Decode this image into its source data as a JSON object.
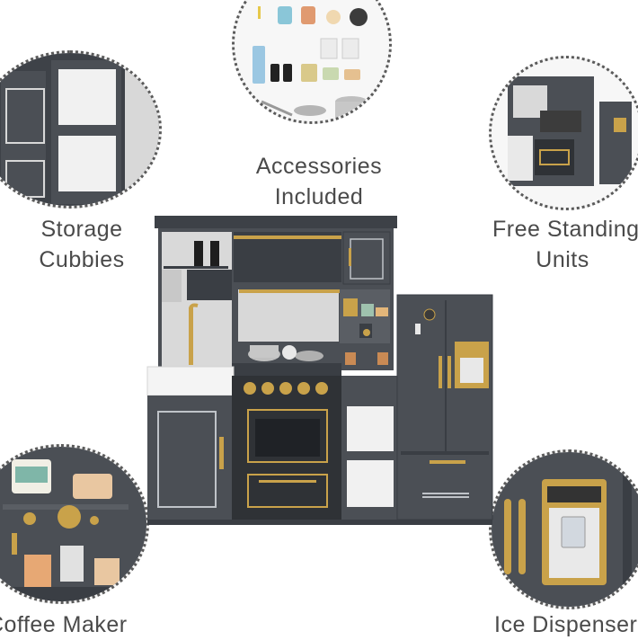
{
  "features": {
    "storage": {
      "line1": "Storage",
      "line2": "Cubbies",
      "icon": "storage-cubbies-photo"
    },
    "accessories": {
      "line1": "Accessories",
      "line2": "Included",
      "icon": "accessories-photo"
    },
    "freestanding": {
      "line1": "Free Standing",
      "line2": "Units",
      "icon": "free-standing-units-photo"
    },
    "coffee": {
      "line1": "Coffee Maker",
      "icon": "coffee-maker-photo"
    },
    "ice": {
      "line1": "Ice Dispenser",
      "icon": "ice-dispenser-photo"
    }
  },
  "colors": {
    "cabinet": "#4b4f55",
    "cabinet_dark": "#3a3e44",
    "gold_trim": "#c9a24a",
    "white_bin": "#f1f1f1",
    "label_text": "#4a4a4a",
    "circle_border": "#5a5a5a"
  }
}
